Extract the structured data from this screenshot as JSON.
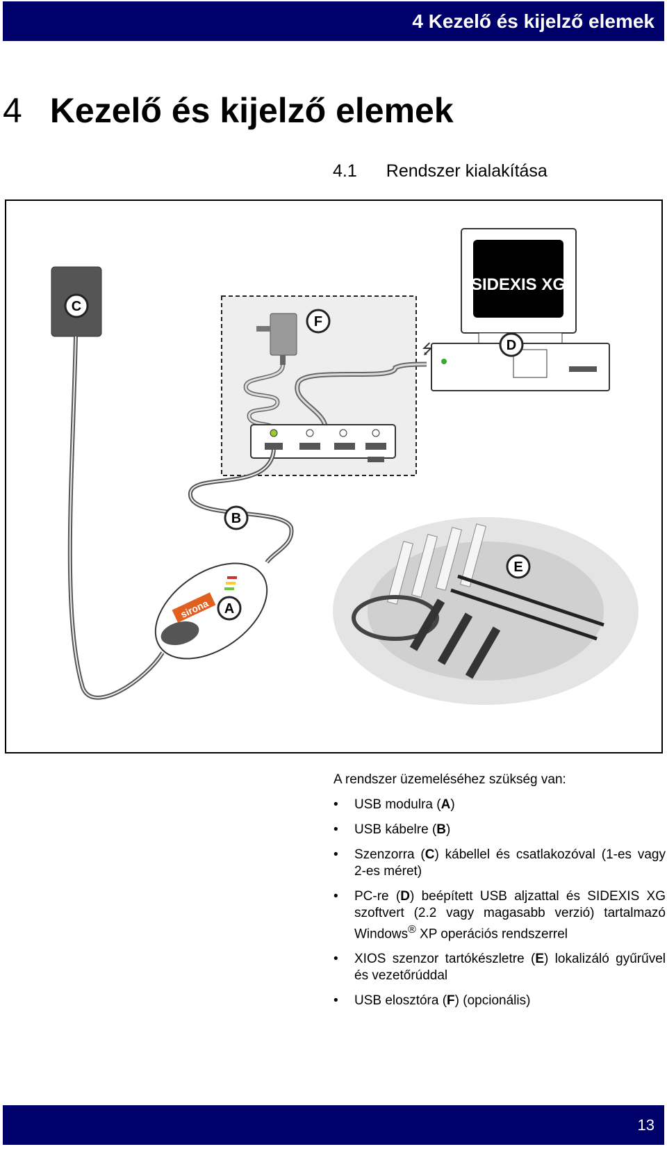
{
  "header": {
    "title": "4 Kezelő és kijelző elemek"
  },
  "chapter": {
    "number": "4",
    "title": "Kezelő és kijelző elemek"
  },
  "section": {
    "number": "4.1",
    "title": "Rendszer kialakítása"
  },
  "figure": {
    "labels": {
      "a": "A",
      "b": "B",
      "c": "C",
      "d": "D",
      "e": "E",
      "f": "F"
    },
    "monitor_text": "SIDEXIS XG",
    "brand": "sirona"
  },
  "body": {
    "intro": "A rendszer üzemeléséhez szükség van:",
    "items": [
      {
        "pre": "USB modulra (",
        "key": "A",
        "post": ")"
      },
      {
        "pre": "USB kábelre (",
        "key": "B",
        "post": ")"
      },
      {
        "pre": "Szenzorra (",
        "key": "C",
        "post": ") kábellel és csatlakozóval (1-es vagy 2-es méret)"
      },
      {
        "pre": "PC-re (",
        "key": "D",
        "post": ") beépített USB aljzattal és SIDEXIS XG szoftvert (2.2 vagy magasabb verzió) tartalmazó Windows",
        "sup": "®",
        "post2": " XP operációs rendszerrel"
      },
      {
        "pre": "XIOS szenzor tartókészletre (",
        "key": "E",
        "post": ") lokalizáló gyűrűvel és vezetőrúddal"
      },
      {
        "pre": "USB elosztóra (",
        "key": "F",
        "post": ") (opcionális)"
      }
    ]
  },
  "footer": {
    "page_number": "13"
  }
}
